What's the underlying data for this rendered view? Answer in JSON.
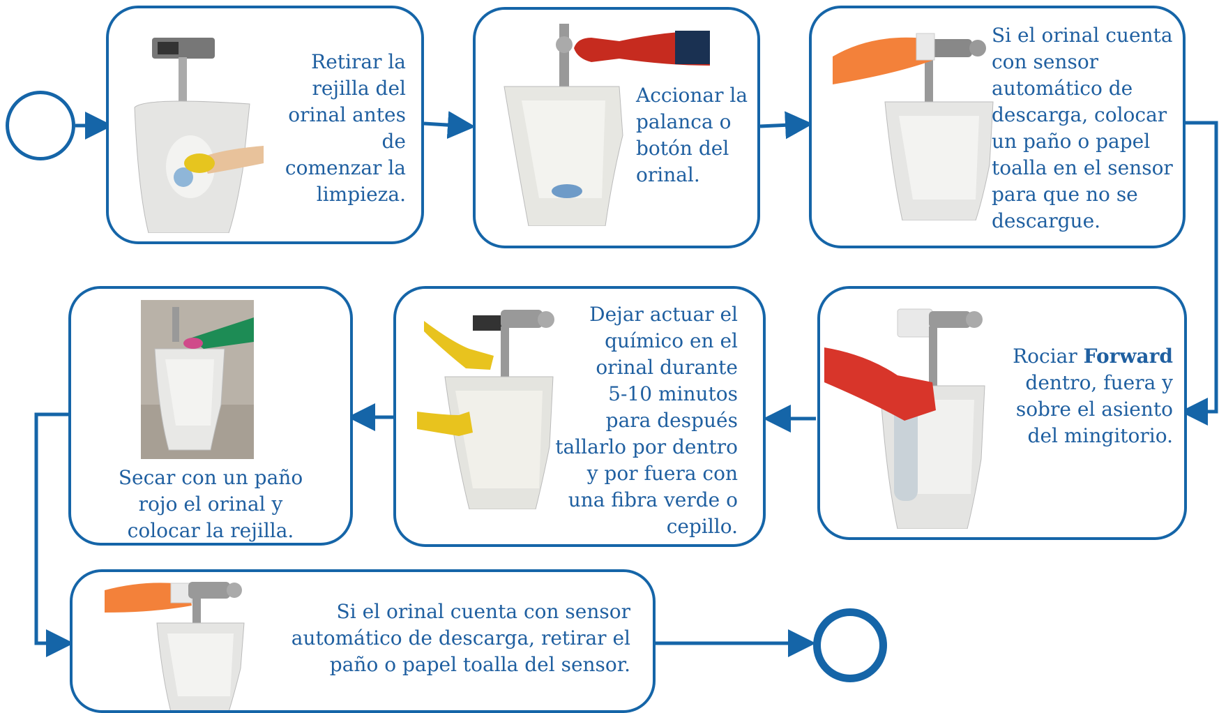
{
  "steps": [
    {
      "lines": [
        "Retirar la",
        "rejilla del",
        "orinal  antes",
        "de",
        "comenzar la",
        "limpieza."
      ]
    },
    {
      "lines": [
        "Accionar la",
        "palanca o",
        "botón del",
        "orinal."
      ]
    },
    {
      "lines": [
        "Si el orinal cuenta",
        "con sensor",
        "automático de",
        "descarga, colocar",
        "un paño o papel",
        "toalla en el sensor",
        "para que no se",
        "descargue."
      ]
    },
    {
      "lines": [
        "dentro, fuera y",
        "sobre el asiento",
        "del mingitorio."
      ],
      "lead": "Rociar ",
      "bold": "Forward"
    },
    {
      "lines": [
        "Dejar actuar el",
        "químico en el",
        "orinal durante",
        "5-10 minutos",
        "para después",
        "tallarlo por dentro",
        "y por fuera con",
        "una fibra verde o",
        "cepillo."
      ]
    },
    {
      "lines": [
        "Secar con un paño",
        "rojo   el orinal y",
        "colocar la rejilla."
      ]
    },
    {
      "lines": [
        "Si el orinal  cuenta con sensor",
        "automático de descarga, retirar el",
        "paño o papel toalla del sensor."
      ]
    }
  ],
  "icons": [
    "urinal-yellow-glove-icon",
    "urinal-red-glove-icon",
    "urinal-orange-glove-icon",
    "urinal-red-glove-spray-icon",
    "urinal-yellow-glove-scrub-icon",
    "urinal-green-glove-icon",
    "urinal-orange-glove-remove-icon"
  ],
  "colors": {
    "accent": "#1565a8",
    "text": "#1f5fa0"
  }
}
